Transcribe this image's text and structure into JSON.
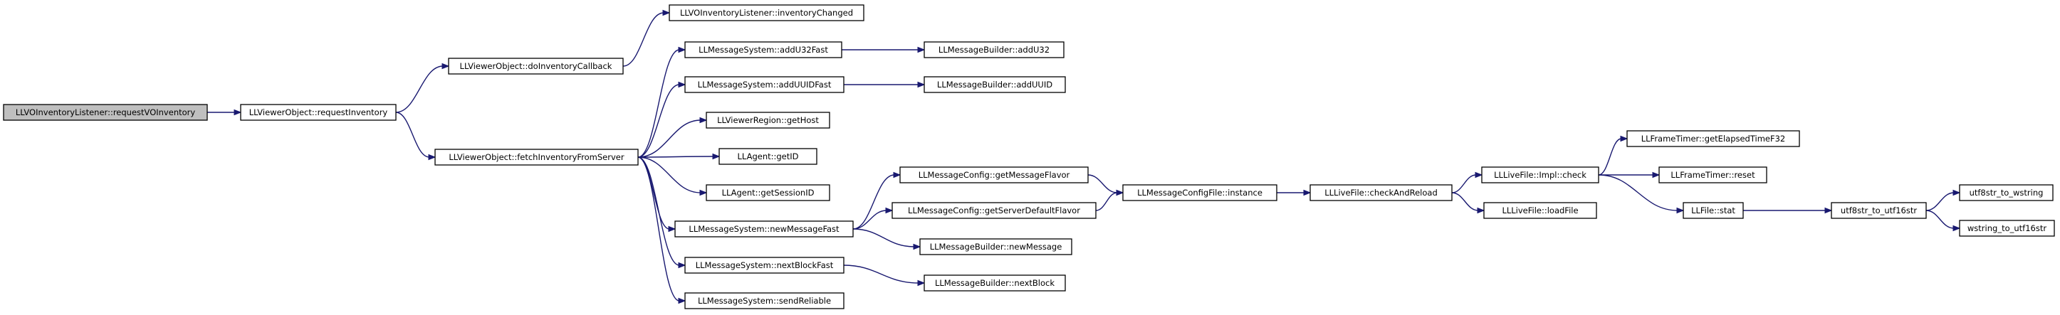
{
  "diagram": {
    "type": "call-graph",
    "colors": {
      "edge": "#191970",
      "root_fill": "#bfbfbf",
      "node_fill": "#ffffff",
      "node_stroke": "#000000"
    },
    "nodes": [
      {
        "id": "n0",
        "label": "LLVOInventoryListener::requestVOInventory",
        "root": true
      },
      {
        "id": "n1",
        "label": "LLViewerObject::requestInventory"
      },
      {
        "id": "n2",
        "label": "LLViewerObject::doInventoryCallback"
      },
      {
        "id": "n3",
        "label": "LLViewerObject::fetchInventoryFromServer"
      },
      {
        "id": "n4",
        "label": "LLVOInventoryListener::inventoryChanged"
      },
      {
        "id": "n5",
        "label": "LLMessageSystem::addU32Fast"
      },
      {
        "id": "n6",
        "label": "LLMessageSystem::addUUIDFast"
      },
      {
        "id": "n7",
        "label": "LLViewerRegion::getHost"
      },
      {
        "id": "n8",
        "label": "LLAgent::getID"
      },
      {
        "id": "n9",
        "label": "LLAgent::getSessionID"
      },
      {
        "id": "n10",
        "label": "LLMessageSystem::newMessageFast"
      },
      {
        "id": "n11",
        "label": "LLMessageSystem::nextBlockFast"
      },
      {
        "id": "n12",
        "label": "LLMessageSystem::sendReliable"
      },
      {
        "id": "n13",
        "label": "LLMessageBuilder::addU32"
      },
      {
        "id": "n14",
        "label": "LLMessageBuilder::addUUID"
      },
      {
        "id": "n15",
        "label": "LLMessageConfig::getMessageFlavor"
      },
      {
        "id": "n16",
        "label": "LLMessageConfig::getServerDefaultFlavor"
      },
      {
        "id": "n17",
        "label": "LLMessageBuilder::newMessage"
      },
      {
        "id": "n18",
        "label": "LLMessageBuilder::nextBlock"
      },
      {
        "id": "n19",
        "label": "LLMessageConfigFile::instance"
      },
      {
        "id": "n20",
        "label": "LLLiveFile::checkAndReload"
      },
      {
        "id": "n21",
        "label": "LLLiveFile::Impl::check"
      },
      {
        "id": "n22",
        "label": "LLLiveFile::loadFile"
      },
      {
        "id": "n23",
        "label": "LLFrameTimer::getElapsedTimeF32"
      },
      {
        "id": "n24",
        "label": "LLFrameTimer::reset"
      },
      {
        "id": "n25",
        "label": "LLFile::stat"
      },
      {
        "id": "n26",
        "label": "utf8str_to_utf16str"
      },
      {
        "id": "n27",
        "label": "utf8str_to_wstring"
      },
      {
        "id": "n28",
        "label": "wstring_to_utf16str"
      }
    ],
    "edges": [
      [
        "n0",
        "n1"
      ],
      [
        "n1",
        "n2"
      ],
      [
        "n1",
        "n3"
      ],
      [
        "n2",
        "n4"
      ],
      [
        "n3",
        "n5"
      ],
      [
        "n3",
        "n6"
      ],
      [
        "n3",
        "n7"
      ],
      [
        "n3",
        "n8"
      ],
      [
        "n3",
        "n9"
      ],
      [
        "n3",
        "n10"
      ],
      [
        "n3",
        "n11"
      ],
      [
        "n3",
        "n12"
      ],
      [
        "n5",
        "n13"
      ],
      [
        "n6",
        "n14"
      ],
      [
        "n10",
        "n15"
      ],
      [
        "n10",
        "n16"
      ],
      [
        "n10",
        "n17"
      ],
      [
        "n11",
        "n18"
      ],
      [
        "n15",
        "n19"
      ],
      [
        "n16",
        "n19"
      ],
      [
        "n19",
        "n20"
      ],
      [
        "n20",
        "n21"
      ],
      [
        "n20",
        "n22"
      ],
      [
        "n21",
        "n23"
      ],
      [
        "n21",
        "n24"
      ],
      [
        "n21",
        "n25"
      ],
      [
        "n25",
        "n26"
      ],
      [
        "n26",
        "n27"
      ],
      [
        "n26",
        "n28"
      ]
    ]
  }
}
